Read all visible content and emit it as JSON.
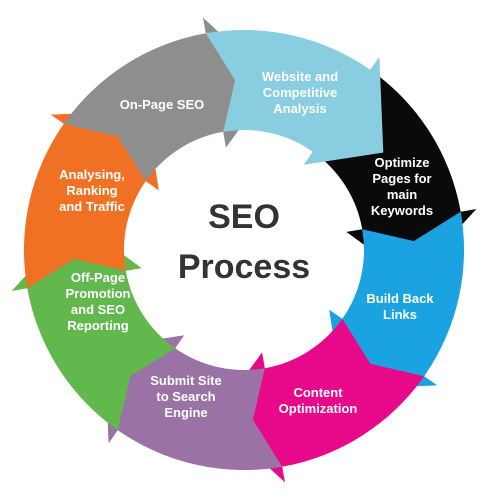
{
  "diagram": {
    "center": {
      "line1": "SEO",
      "line2": "Process"
    },
    "segments": [
      {
        "lines": [
          "Website and",
          "Competitive",
          "Analysis"
        ],
        "color": "#0a0a0a"
      },
      {
        "lines": [
          "Optimize",
          "Pages for",
          "main",
          "Keywords"
        ],
        "color": "#1aa3e0"
      },
      {
        "lines": [
          "Build Back",
          "Links"
        ],
        "color": "#e8088a"
      },
      {
        "lines": [
          "Content",
          "Optimization"
        ],
        "color": "#9a72a6"
      },
      {
        "lines": [
          "Submit Site",
          "to Search",
          "Engine"
        ],
        "color": "#62b74d"
      },
      {
        "lines": [
          "Off-Page",
          "Promotion",
          "and SEO",
          "Reporting"
        ],
        "color": "#f07124"
      },
      {
        "lines": [
          "Analysing,",
          "Ranking",
          "and Traffic"
        ],
        "color": "#8e8e8e"
      },
      {
        "lines": [
          "On-Page SEO"
        ],
        "color": "#88cde0"
      }
    ]
  }
}
